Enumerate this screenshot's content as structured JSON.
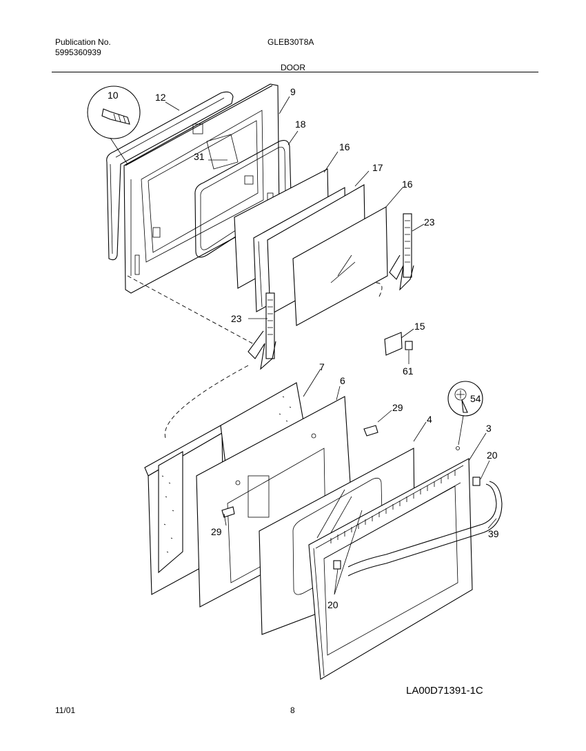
{
  "header": {
    "publication_label": "Publication No.",
    "publication_number": "5995360939",
    "model": "GLEB30T8A",
    "section": "DOOR"
  },
  "footer": {
    "date": "11/01",
    "page": "8",
    "drawing_number": "LA00D71391-1C"
  },
  "callouts": {
    "c10": "10",
    "c12": "12",
    "c9": "9",
    "c18": "18",
    "c31": "31",
    "c16a": "16",
    "c17": "17",
    "c16b": "16",
    "c23a": "23",
    "c23b": "23",
    "c15": "15",
    "c61": "61",
    "c7": "7",
    "c6": "6",
    "c29a": "29",
    "c54": "54",
    "c4": "4",
    "c3": "3",
    "c20a": "20",
    "c39": "39",
    "c29b": "29",
    "c20b": "20"
  }
}
